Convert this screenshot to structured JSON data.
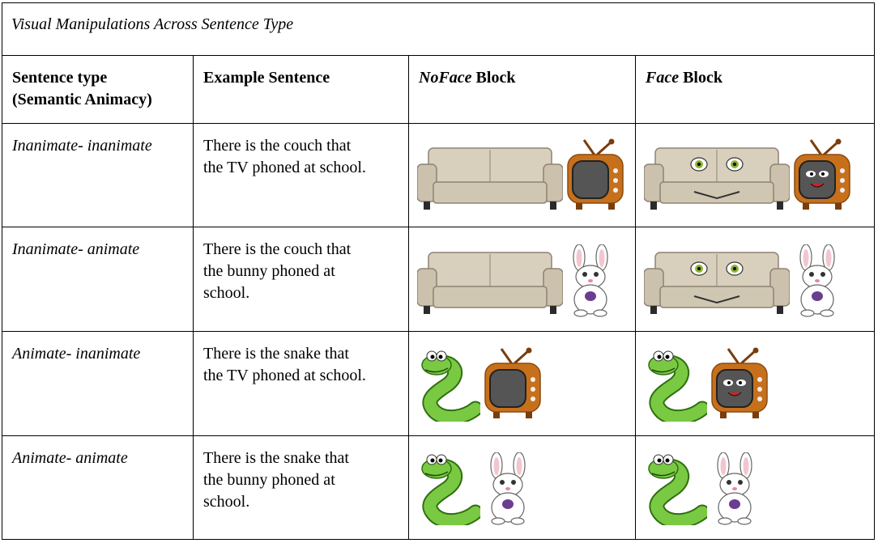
{
  "caption": "Visual Manipulations Across Sentence Type",
  "headers": {
    "col1_line1": "Sentence type",
    "col1_line2": "(Semantic Animacy)",
    "col2": "Example Sentence",
    "col3_italic": "NoFace",
    "col3_rest": " Block",
    "col4_italic": "Face",
    "col4_rest": " Block"
  },
  "rows": [
    {
      "type": "Inanimate- inanimate",
      "sentence": [
        "There is the couch that",
        "the TV phoned at school."
      ],
      "first": "couch",
      "second": "tv"
    },
    {
      "type": "Inanimate- animate",
      "sentence": [
        "There is the couch that",
        "the bunny phoned at",
        "school."
      ],
      "first": "couch",
      "second": "bunny"
    },
    {
      "type": "Animate- inanimate",
      "sentence": [
        "There is the snake that",
        "the TV phoned at school."
      ],
      "first": "snake",
      "second": "tv"
    },
    {
      "type": "Animate- animate",
      "sentence": [
        "There is the snake that",
        "the bunny phoned at",
        "school."
      ],
      "first": "snake",
      "second": "bunny"
    }
  ],
  "colors": {
    "couch": "#d8cfbd",
    "tv_body": "#c7701c",
    "tv_screen": "#555555",
    "snake": "#7ac943",
    "bunny_accent": "#6a3d8f"
  }
}
